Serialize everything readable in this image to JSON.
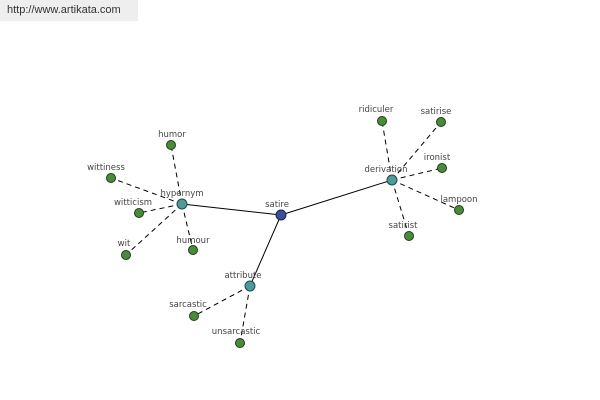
{
  "banner": {
    "url": "http://www.artikata.com"
  },
  "graph": {
    "nodes": [
      {
        "id": "satire",
        "label": "satire",
        "kind": "root"
      },
      {
        "id": "hypernym",
        "label": "hypernym",
        "kind": "hub"
      },
      {
        "id": "derivation",
        "label": "derivation",
        "kind": "hub"
      },
      {
        "id": "attribute",
        "label": "attribute",
        "kind": "hub"
      },
      {
        "id": "humor",
        "label": "humor",
        "kind": "leaf"
      },
      {
        "id": "wittiness",
        "label": "wittiness",
        "kind": "leaf"
      },
      {
        "id": "witticism",
        "label": "witticism",
        "kind": "leaf"
      },
      {
        "id": "wit",
        "label": "wit",
        "kind": "leaf"
      },
      {
        "id": "humour",
        "label": "humour",
        "kind": "leaf"
      },
      {
        "id": "ridiculer",
        "label": "ridiculer",
        "kind": "leaf"
      },
      {
        "id": "satirise",
        "label": "satirise",
        "kind": "leaf"
      },
      {
        "id": "ironist",
        "label": "ironist",
        "kind": "leaf"
      },
      {
        "id": "lampoon",
        "label": "lampoon",
        "kind": "leaf"
      },
      {
        "id": "satirist",
        "label": "satirist",
        "kind": "leaf"
      },
      {
        "id": "sarcastic",
        "label": "sarcastic",
        "kind": "leaf"
      },
      {
        "id": "unsarcastic",
        "label": "unsarcastic",
        "kind": "leaf"
      }
    ],
    "edges": [
      {
        "from": "satire",
        "to": "hypernym",
        "style": "solid"
      },
      {
        "from": "satire",
        "to": "derivation",
        "style": "solid"
      },
      {
        "from": "satire",
        "to": "attribute",
        "style": "solid"
      },
      {
        "from": "hypernym",
        "to": "humor",
        "style": "dashed"
      },
      {
        "from": "hypernym",
        "to": "wittiness",
        "style": "dashed"
      },
      {
        "from": "hypernym",
        "to": "witticism",
        "style": "dashed"
      },
      {
        "from": "hypernym",
        "to": "wit",
        "style": "dashed"
      },
      {
        "from": "hypernym",
        "to": "humour",
        "style": "dashed"
      },
      {
        "from": "derivation",
        "to": "ridiculer",
        "style": "dashed"
      },
      {
        "from": "derivation",
        "to": "satirise",
        "style": "dashed"
      },
      {
        "from": "derivation",
        "to": "ironist",
        "style": "dashed"
      },
      {
        "from": "derivation",
        "to": "lampoon",
        "style": "dashed"
      },
      {
        "from": "derivation",
        "to": "satirist",
        "style": "dashed"
      },
      {
        "from": "attribute",
        "to": "sarcastic",
        "style": "dashed"
      },
      {
        "from": "attribute",
        "to": "unsarcastic",
        "style": "dashed"
      }
    ]
  }
}
